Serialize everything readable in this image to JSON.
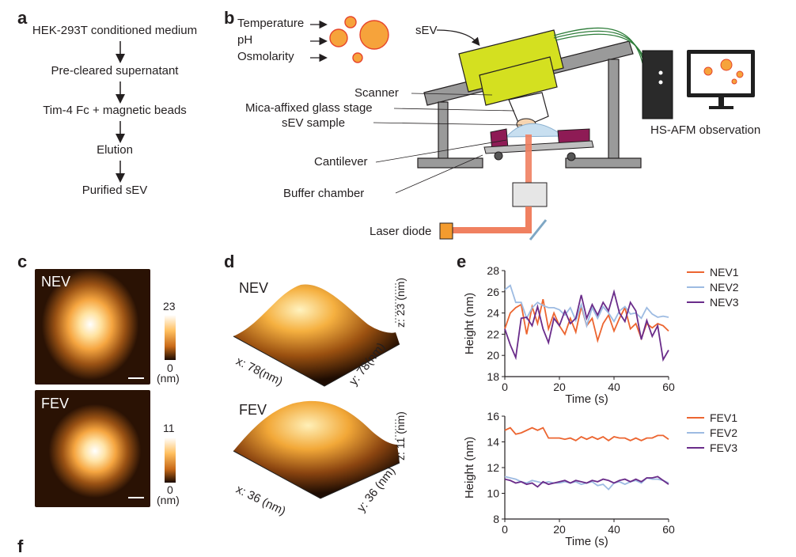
{
  "panels": {
    "a": "a",
    "b": "b",
    "c": "c",
    "d": "d",
    "e": "e",
    "f": "f"
  },
  "workflow": {
    "steps": [
      "HEK-293T conditioned medium",
      "Pre-cleared supernatant",
      "Tim-4 Fc + magnetic beads",
      "Elution",
      "Purified sEV"
    ]
  },
  "schematic": {
    "conditions": [
      "Temperature",
      "pH",
      "Osmolarity"
    ],
    "sev_label": "sEV",
    "callouts": [
      "Scanner",
      "Mica-affixed glass stage",
      "sEV sample",
      "Cantilever",
      "Buffer chamber"
    ],
    "laser": "Laser diode",
    "observation": "HS-AFM observation",
    "colors": {
      "scanner": "#d4e020",
      "sev": "#f39b2e",
      "laser": "#f07a4e",
      "magenta": "#8e1b55",
      "steel": "#999999"
    }
  },
  "images_c": [
    {
      "label": "NEV",
      "max": "23",
      "min": "0",
      "unit": "(nm)"
    },
    {
      "label": "FEV",
      "max": "11",
      "min": "0",
      "unit": "(nm)"
    }
  ],
  "images_d": [
    {
      "label": "NEV",
      "x": "x: 78(nm)",
      "y": "y: 78(nm)",
      "z": "z: 23 (nm)"
    },
    {
      "label": "FEV",
      "x": "x: 36 (nm)",
      "y": "y: 36 (nm)",
      "z": "z: 11 (nm)"
    }
  ],
  "chart_data": [
    {
      "type": "line",
      "xlabel": "Time (s)",
      "ylabel": "Height (nm)",
      "xlim": [
        0,
        60
      ],
      "ylim": [
        18,
        28
      ],
      "xticks": [
        0,
        20,
        40,
        60
      ],
      "yticks": [
        18,
        20,
        22,
        24,
        26,
        28
      ],
      "legend": "top-right",
      "x": [
        0,
        2,
        4,
        6,
        8,
        10,
        12,
        14,
        16,
        18,
        20,
        22,
        24,
        26,
        28,
        30,
        32,
        34,
        36,
        38,
        40,
        42,
        44,
        46,
        48,
        50,
        52,
        54,
        56,
        58,
        60
      ],
      "series": [
        {
          "name": "NEV1",
          "color": "#ec6530",
          "values": [
            22.5,
            24,
            24.5,
            24.8,
            22,
            24.6,
            23,
            25.3,
            22.5,
            24,
            22.8,
            22,
            23.5,
            22.2,
            24.6,
            22.8,
            23.5,
            21.4,
            23,
            23.8,
            22.3,
            23.5,
            24.5,
            22.5,
            23,
            21.6,
            23,
            22.6,
            23,
            22.8,
            22.3
          ]
        },
        {
          "name": "NEV2",
          "color": "#9dbbe2",
          "values": [
            26.2,
            26.6,
            25,
            25,
            23.5,
            24.5,
            25,
            24.7,
            24.5,
            24.5,
            24.3,
            23.8,
            24.5,
            23.3,
            24.8,
            22.8,
            24.5,
            23.5,
            24.6,
            24,
            23.2,
            24.2,
            24.6,
            23.9,
            24,
            23.5,
            24.5,
            23.9,
            23.6,
            23.7,
            23.6
          ]
        },
        {
          "name": "NEV3",
          "color": "#6a2c8a",
          "values": [
            22.5,
            21,
            19.8,
            23.5,
            23.6,
            22.8,
            24.6,
            22.5,
            21.2,
            23.5,
            22.8,
            24.2,
            23,
            23.5,
            25.7,
            23.5,
            24.8,
            23.8,
            25,
            24.2,
            26,
            24,
            23.2,
            25,
            24.2,
            21.5,
            23.3,
            21.8,
            22.8,
            19.6,
            20.5
          ]
        }
      ]
    },
    {
      "type": "line",
      "xlabel": "Time (s)",
      "ylabel": "Height (nm)",
      "xlim": [
        0,
        60
      ],
      "ylim": [
        8,
        16
      ],
      "xticks": [
        0,
        20,
        40,
        60
      ],
      "yticks": [
        8,
        10,
        12,
        14,
        16
      ],
      "legend": "top-right",
      "x": [
        0,
        2,
        4,
        6,
        8,
        10,
        12,
        14,
        16,
        18,
        20,
        22,
        24,
        26,
        28,
        30,
        32,
        34,
        36,
        38,
        40,
        42,
        44,
        46,
        48,
        50,
        52,
        54,
        56,
        58,
        60
      ],
      "series": [
        {
          "name": "FEV1",
          "color": "#ec6530",
          "values": [
            14.9,
            15.1,
            14.6,
            14.7,
            14.9,
            15.1,
            14.9,
            15.1,
            14.3,
            14.3,
            14.3,
            14.2,
            14.3,
            14.1,
            14.4,
            14.2,
            14.4,
            14.2,
            14.4,
            14.1,
            14.4,
            14.3,
            14.3,
            14.1,
            14.3,
            14.1,
            14.3,
            14.3,
            14.5,
            14.5,
            14.2
          ]
        },
        {
          "name": "FEV2",
          "color": "#9dbbe2",
          "values": [
            11.3,
            11.2,
            11.1,
            10.9,
            10.8,
            11,
            10.9,
            10.8,
            10.9,
            10.8,
            10.8,
            10.9,
            10.8,
            10.9,
            10.7,
            10.8,
            10.9,
            10.6,
            10.7,
            10.3,
            10.8,
            10.9,
            10.7,
            10.9,
            11,
            10.8,
            11.2,
            11.1,
            11.1,
            11,
            10.8
          ]
        },
        {
          "name": "FEV3",
          "color": "#6a2c8a",
          "values": [
            11.1,
            11,
            10.8,
            10.9,
            10.7,
            10.8,
            10.5,
            10.9,
            10.7,
            10.8,
            10.9,
            11,
            10.8,
            11,
            10.9,
            10.8,
            11,
            10.9,
            11.1,
            11,
            10.8,
            11,
            11.1,
            10.9,
            11.1,
            10.9,
            11.2,
            11.2,
            11.3,
            11,
            10.7
          ]
        }
      ]
    }
  ]
}
